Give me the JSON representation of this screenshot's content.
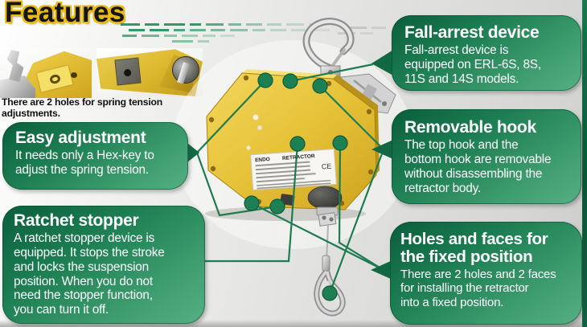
{
  "header": {
    "title": "Features"
  },
  "photos": {
    "caption": "There are 2 holes for spring tension adjustments."
  },
  "callouts": {
    "fall_arrest": {
      "title": "Fall-arrest device",
      "body": "Fall-arrest device is\nequipped on ERL-6S, 8S,\n11S and 14S models."
    },
    "removable_hook": {
      "title": "Removable hook",
      "body": "The top hook and the\nbottom hook are removable\nwithout disassembling the\nretractor body."
    },
    "easy_adjustment": {
      "title": "Easy adjustment",
      "body": "It needs only a Hex-key to\nadjust the spring tension."
    },
    "ratchet_stopper": {
      "title": "Ratchet stopper",
      "body": "A ratchet stopper device is\nequipped. It stops the stroke\nand locks the suspension\nposition. When you do not\nneed the stopper function,\nyou can turn it off."
    },
    "holes_faces": {
      "title": "Holes and faces for\nthe fixed position",
      "body": "There are 2 holes and 2 faces\nfor installing the retractor\ninto a fixed position."
    }
  },
  "device": {
    "label_brand": "ENDO",
    "label_model": "RETRACTOR",
    "ce_mark": "CE"
  },
  "colors": {
    "callout_green_dark": "#0a5e3c",
    "callout_green_light": "#55b083",
    "connector_green": "#1d7c50",
    "device_yellow": "#e5c238",
    "title_outline_yellow": "#e9b90c"
  }
}
